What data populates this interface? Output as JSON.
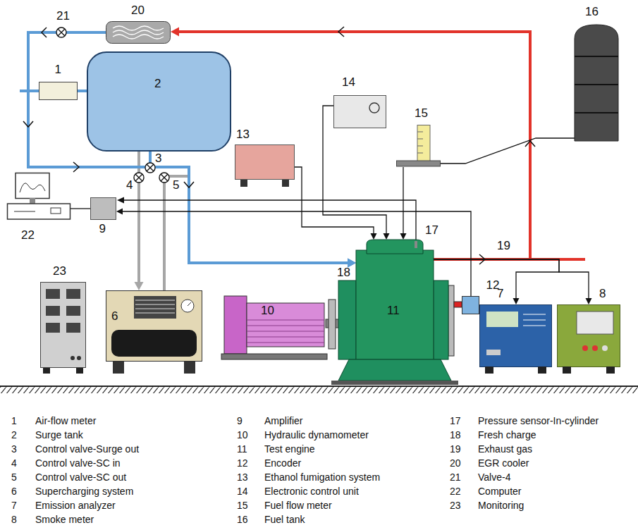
{
  "diagram": {
    "nodes": [
      {
        "text": [
          "1"
        ]
      },
      {
        "text": [
          "2"
        ]
      },
      {
        "text": [
          "6"
        ]
      },
      {
        "text": [
          "9"
        ]
      },
      {
        "text": [
          "10"
        ]
      },
      {
        "text": [
          "11"
        ]
      },
      {
        "text": [
          "12"
        ]
      },
      {
        "text": [
          "13"
        ]
      },
      {
        "text": [
          "14"
        ]
      },
      {
        "text": [
          "20"
        ]
      },
      {
        "text": [
          "7"
        ]
      },
      {
        "text": [
          "8"
        ]
      },
      {
        "text": [
          "22"
        ]
      },
      {
        "text": [
          "23"
        ]
      },
      {
        "text": [
          "16"
        ]
      },
      {
        "text": [
          "15"
        ]
      }
    ],
    "edges": [
      {
        "from": 0,
        "to": 1,
        "arrow": "none"
      },
      {
        "from": 1,
        "to": 2,
        "arrow": "to"
      },
      {
        "from": 2,
        "to": 5,
        "arrow": "to"
      },
      {
        "from": 1,
        "to": 5,
        "arrow": "to"
      },
      {
        "from": 9,
        "to": 5,
        "arrow": "to"
      },
      {
        "from": 5,
        "to": 9,
        "arrow": "to"
      },
      {
        "from": 5,
        "to": 10,
        "arrow": "to"
      },
      {
        "from": 5,
        "to": 11,
        "arrow": "to"
      },
      {
        "from": 8,
        "to": 5,
        "arrow": "to"
      },
      {
        "from": 7,
        "to": 5,
        "arrow": "to"
      },
      {
        "from": 14,
        "to": 15,
        "arrow": "none"
      },
      {
        "from": 15,
        "to": 5,
        "arrow": "to"
      },
      {
        "from": 6,
        "to": 3,
        "arrow": "to"
      },
      {
        "from": 3,
        "to": 12,
        "arrow": "none"
      }
    ],
    "labels": [
      "3",
      "4",
      "5",
      "17",
      "18",
      "19",
      "21",
      "1",
      "Air-flow meter",
      "2",
      "Surge tank",
      "3",
      "Control valve-Surge out",
      "4",
      "Control valve-SC in",
      "5",
      "Control valve-SC out",
      "6",
      "Supercharging system",
      "7",
      "Emission analyzer",
      "8",
      "Smoke meter",
      "9",
      "Amplifier",
      "10",
      "Hydraulic dynamometer",
      "11",
      "Test engine",
      "12",
      "Encoder",
      "13",
      "Ethanol fumigation system",
      "14",
      "Electronic control unit",
      "15",
      "Fuel flow meter",
      "16",
      "Fuel tank",
      "17",
      "Pressure sensor-In-cylinder",
      "18",
      "Fresh charge",
      "19",
      "Exhaust gas",
      "20",
      "EGR cooler",
      "21",
      "Valve-4",
      "22",
      "Computer",
      "23",
      "Monitoring"
    ]
  }
}
